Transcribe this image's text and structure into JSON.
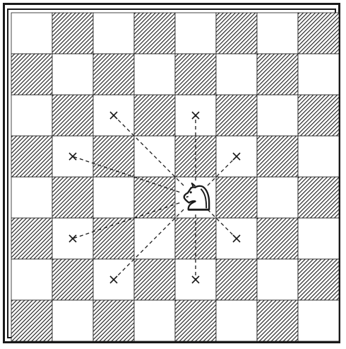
{
  "board": {
    "files": 8,
    "ranks": 8,
    "light_square_color": "#ffffff",
    "dark_square_color": "#1a1a1a",
    "dark_square_style": "diagonal-hatching",
    "top_left_square": "light"
  },
  "piece": {
    "type": "knight",
    "color": "white",
    "icon": "knight-icon",
    "square": {
      "file": 4,
      "rank": 4
    }
  },
  "move_markers": {
    "symbol": "+",
    "line_style": "dashed",
    "squares": [
      {
        "file": 2,
        "rank": 2
      },
      {
        "file": 4,
        "rank": 2
      },
      {
        "file": 1,
        "rank": 3
      },
      {
        "file": 5,
        "rank": 3
      },
      {
        "file": 1,
        "rank": 5
      },
      {
        "file": 5,
        "rank": 5
      },
      {
        "file": 2,
        "rank": 6
      },
      {
        "file": 4,
        "rank": 6
      }
    ]
  }
}
